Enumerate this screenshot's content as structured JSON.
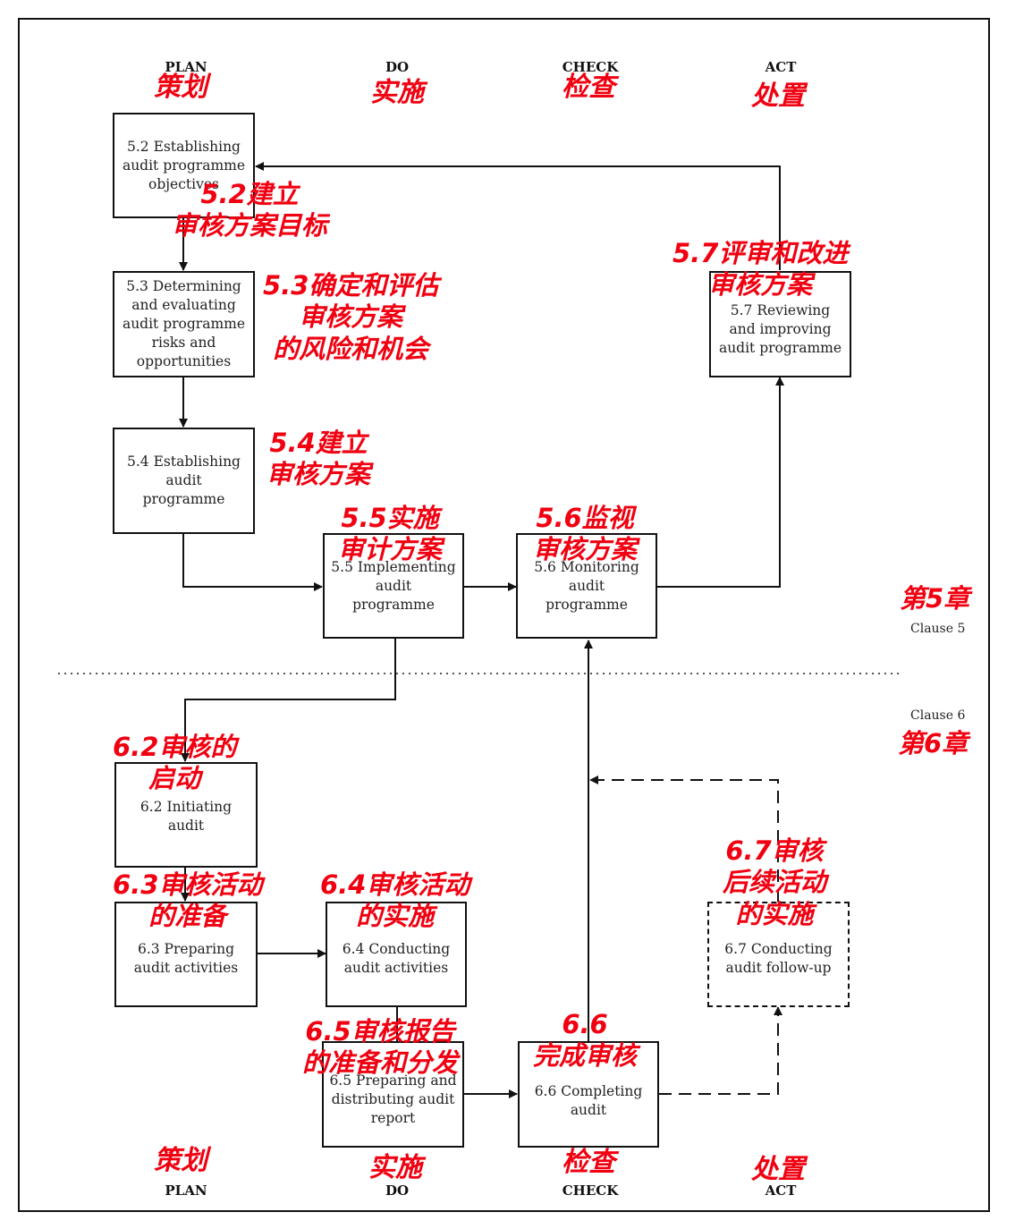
{
  "columns_top": [
    {
      "en": "PLAN",
      "zh": "策划"
    },
    {
      "en": "DO",
      "zh": "实施"
    },
    {
      "en": "CHECK",
      "zh": "检查"
    },
    {
      "en": "ACT",
      "zh": "处置"
    }
  ],
  "columns_bottom": [
    {
      "en": "PLAN",
      "zh": "策划"
    },
    {
      "en": "DO",
      "zh": "实施"
    },
    {
      "en": "CHECK",
      "zh": "检查"
    },
    {
      "en": "ACT",
      "zh": "处置"
    }
  ],
  "clauses": {
    "c5_en": "Clause 5",
    "c5_zh": "第5章",
    "c6_en": "Clause 6",
    "c6_zh": "第6章"
  },
  "boxes": {
    "b52": {
      "label": "5.2 Establishing\naudit programme\nobjectives",
      "zh": "5.2建立\n审核方案目标"
    },
    "b53": {
      "label": "5.3 Determining\nand evaluating\naudit programme\nrisks and\nopportunities",
      "zh": "5.3确定和评估\n审核方案\n的风险和机会"
    },
    "b54": {
      "label": "5.4 Establishing\naudit\nprogramme",
      "zh": "5.4建立\n审核方案"
    },
    "b55": {
      "label": "5.5 Implementing\naudit\nprogramme",
      "zh": "5.5实施\n审计方案"
    },
    "b56": {
      "label": "5.6 Monitoring\naudit\nprogramme",
      "zh": "5.6监视\n审核方案"
    },
    "b57": {
      "label": "5.7 Reviewing\nand improving\naudit programme",
      "zh": "5.7评审和改进\n审核方案"
    },
    "b62": {
      "label": "6.2 Initiating audit",
      "zh": "6.2审核的\n启动"
    },
    "b63": {
      "label": "6.3 Preparing\naudit activities",
      "zh": "6.3审核活动\n的准备"
    },
    "b64": {
      "label": "6.4 Conducting\naudit activities",
      "zh": "6.4审核活动\n的实施"
    },
    "b65": {
      "label": "6.5 Preparing and\ndistributing audit\nreport",
      "zh": "6.5审核报告\n的准备和分发"
    },
    "b66": {
      "label": "6.6 Completing\naudit",
      "zh": "6.6\n完成审核"
    },
    "b67": {
      "label": "6.7 Conducting\naudit follow-up",
      "zh": "6.7审核\n后续活动\n的实施"
    }
  }
}
